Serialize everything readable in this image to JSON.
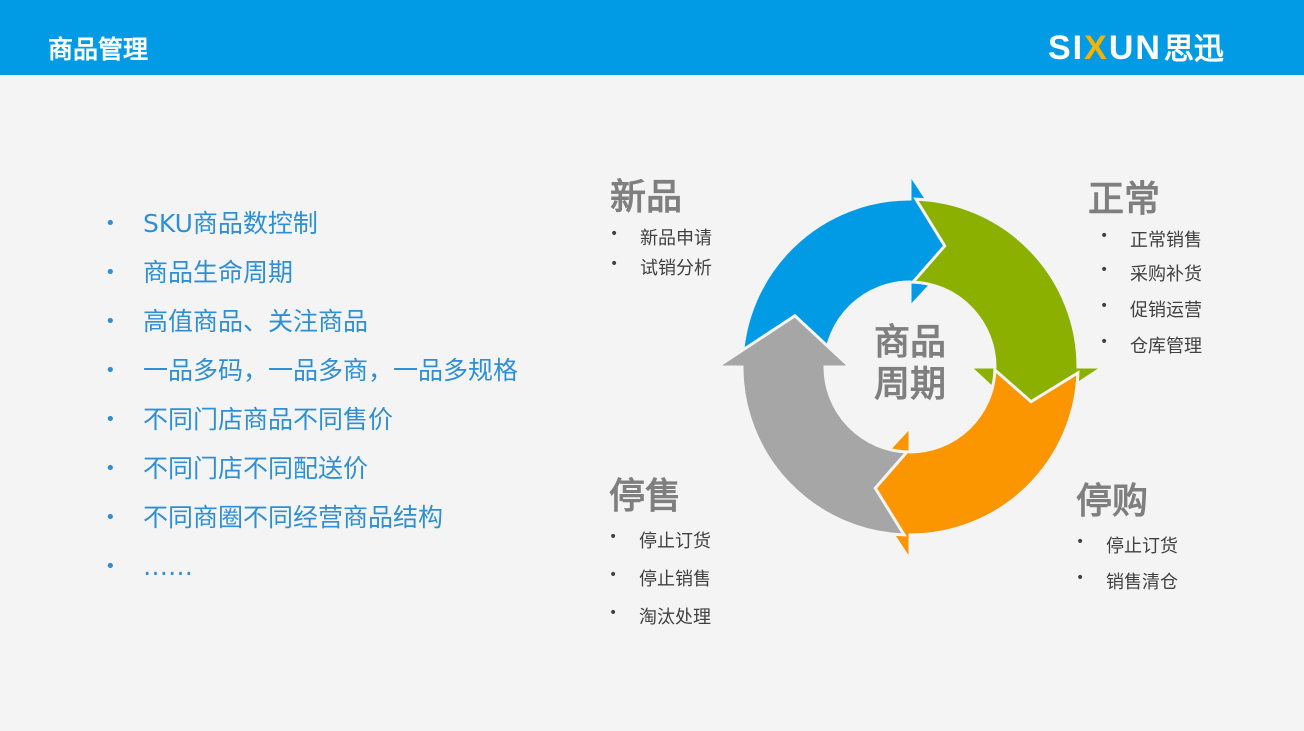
{
  "header": {
    "title": "商品管理",
    "logo_prefix": "SI",
    "logo_x": "X",
    "logo_suffix": "UN",
    "logo_cn": "思迅"
  },
  "features": [
    "SKU商品数控制",
    "商品生命周期",
    "高值商品、关注商品",
    "一品多码，一品多商，一品多规格",
    "不同门店商品不同售价",
    "不同门店不同配送价",
    "不同商圈不同经营商品结构",
    "……"
  ],
  "cycle": {
    "center": [
      "商品",
      "周期"
    ],
    "colors": {
      "new": "#019be5",
      "normal": "#8bb000",
      "stop_buy": "#fb9500",
      "stop_sell": "#a6a6a6"
    },
    "new": {
      "title": "新品",
      "items": [
        "新品申请",
        "试销分析"
      ]
    },
    "normal": {
      "title": "正常",
      "items": [
        "正常销售",
        "采购补货",
        "促销运营",
        "仓库管理"
      ]
    },
    "stop_buy": {
      "title": "停购",
      "items": [
        "停止订货",
        "销售清仓"
      ]
    },
    "stop_sell": {
      "title": "停售",
      "items": [
        "停止订货",
        "停止销售",
        "淘汰处理"
      ]
    }
  }
}
